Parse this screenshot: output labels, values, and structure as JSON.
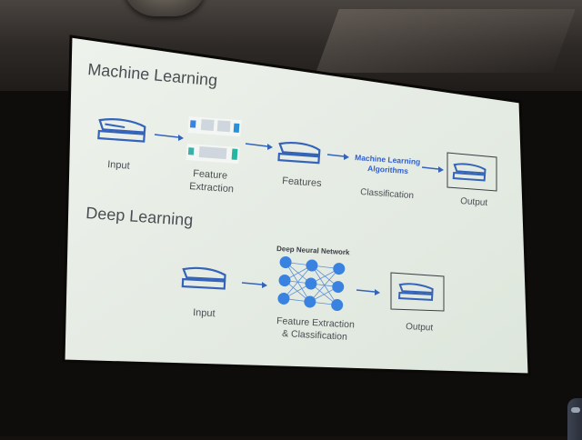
{
  "slide": {
    "ml_heading": "Machine Learning",
    "dl_heading": "Deep Learning",
    "ml_input_label": "Input",
    "ml_fe_label_1": "Feature",
    "ml_fe_label_2": "Extraction",
    "ml_features_label": "Features",
    "ml_algo_line1": "Machine Learning",
    "ml_algo_line2": "Algorithms",
    "ml_classification_label": "Classification",
    "ml_output_label": "Output",
    "dnn_title": "Deep Neural Network",
    "dl_input_label": "Input",
    "dl_fe_label_1": "Feature Extraction",
    "dl_fe_label_2": "& Classification",
    "dl_output_label": "Output",
    "colors": {
      "screen": "#e8eee6",
      "text": "#4a4e52",
      "accent_blue": "#2f5fd0",
      "icon_blue": "#3463b8",
      "node_blue": "#3a82e0"
    }
  }
}
